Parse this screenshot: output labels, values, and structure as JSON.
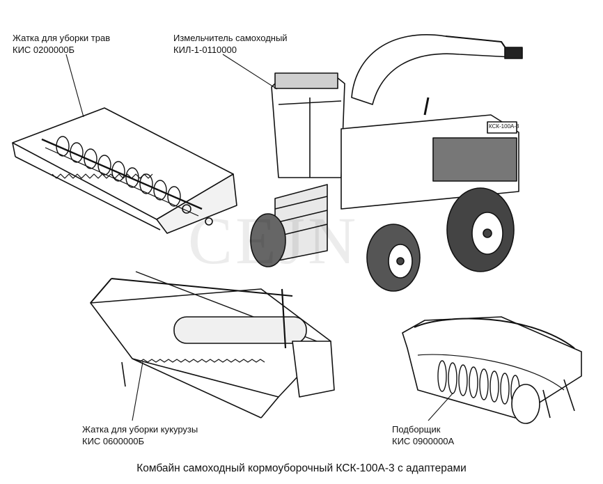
{
  "callouts": {
    "grass_header": {
      "name": "Жатка для уборки трав",
      "code": "КИС 0200000Б"
    },
    "chopper": {
      "name": "Измельчитель самоходный",
      "code": "КИЛ-1-0110000"
    },
    "corn_header": {
      "name": "Жатка для уборки кукурузы",
      "code": "КИС 0600000Б"
    },
    "pickup": {
      "name": "Подборщик",
      "code": "КИС 0900000А"
    }
  },
  "machine_badge": "КСК-100А-3",
  "watermark": "CEJN",
  "caption": "Комбайн самоходный кормоуборочный КСК-100А-3 с адаптерами"
}
